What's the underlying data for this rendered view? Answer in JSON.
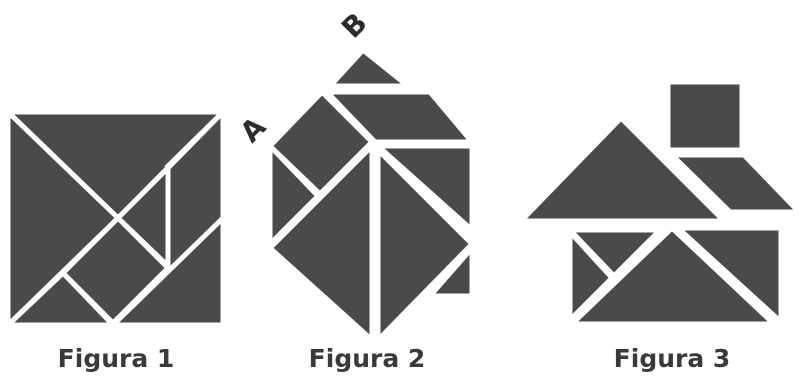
{
  "figures": [
    {
      "caption": "Figura 1"
    },
    {
      "caption": "Figura 2",
      "markers": [
        "A",
        "B"
      ]
    },
    {
      "caption": "Figura 3"
    }
  ],
  "colors": {
    "piece": "#4a4a4a",
    "gap": "#ffffff",
    "text": "#3a3a3a"
  }
}
